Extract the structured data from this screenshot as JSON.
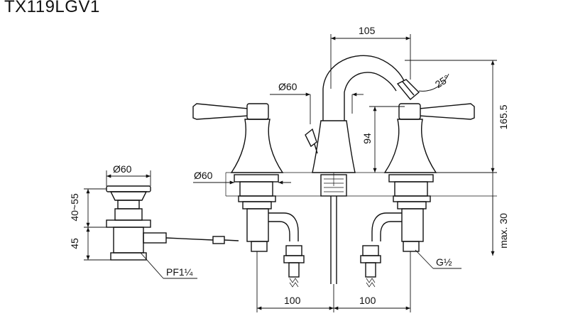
{
  "title": "TX119LGV1",
  "dimensions": {
    "spout_width": "105",
    "spout_angle": "25°",
    "spout_base_dia": "Ø60",
    "height_total": "165.5",
    "spout_height": "94",
    "handle_base_dia": "Ø60",
    "drain_dia": "Ø60",
    "drain_top": "40~55",
    "drain_body": "45",
    "max_deck": "max. 30",
    "pitch_left": "100",
    "pitch_right": "100"
  },
  "threads": {
    "drain_thread": "PF1¼",
    "supply_thread": "G½"
  }
}
